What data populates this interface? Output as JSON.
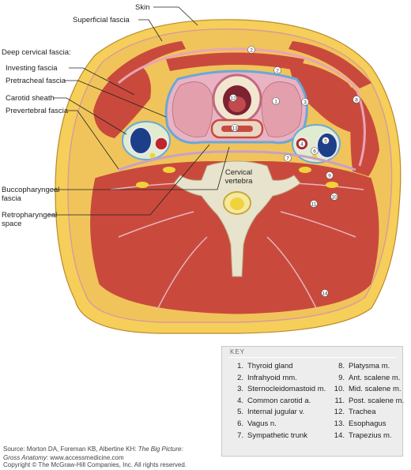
{
  "labels": {
    "skin": "Skin",
    "superficial_fascia": "Superficial fascia",
    "deep_cervical_fascia": "Deep cervical fascia:",
    "investing_fascia": "Investing fascia",
    "pretracheal_fascia": "Pretracheal fascia",
    "carotid_sheath": "Carotid sheath",
    "prevertebral_fascia": "Prevertebral fascia",
    "buccopharyngeal_line1": "Buccopharyngeal",
    "buccopharyngeal_line2": "fascia",
    "retropharyngeal_line1": "Retropharyngeal",
    "retropharyngeal_line2": "space",
    "vertebra_line1": "Cervical",
    "vertebra_line2": "vertebra"
  },
  "markers": {
    "m1": "1",
    "m2": "2",
    "m2b": "2",
    "m3": "3",
    "m4": "4",
    "m5": "5",
    "m6": "6",
    "m7": "7",
    "m8": "8",
    "m9": "9",
    "m10": "10",
    "m11": "11",
    "m12": "12",
    "m13": "13",
    "m14": "14"
  },
  "key": {
    "title": "KEY",
    "left": [
      {
        "num": "1.",
        "text": "Thyroid gland"
      },
      {
        "num": "2.",
        "text": "Infrahyoid mm."
      },
      {
        "num": "3.",
        "text": "Sternocleidomastoid m."
      },
      {
        "num": "4.",
        "text": "Common carotid a."
      },
      {
        "num": "5.",
        "text": "Internal jugular v."
      },
      {
        "num": "6.",
        "text": "Vagus n."
      },
      {
        "num": "7.",
        "text": "Sympathetic trunk"
      }
    ],
    "right": [
      {
        "num": "8.",
        "text": "Platysma m."
      },
      {
        "num": "9.",
        "text": "Ant. scalene m."
      },
      {
        "num": "10.",
        "text": "Mid. scalene m."
      },
      {
        "num": "11.",
        "text": "Post. scalene m."
      },
      {
        "num": "12.",
        "text": "Trachea"
      },
      {
        "num": "13.",
        "text": "Esophagus"
      },
      {
        "num": "14.",
        "text": "Trapezius m."
      }
    ]
  },
  "source": {
    "prefix": "Source: Morton DA, Foreman KB, Albertine KH: ",
    "book": "The Big Picture:",
    "book2": "Gross Anatomy",
    "suffix": ": www.accessmedicine.com"
  },
  "copyright": "Copyright © The McGraw-Hill Companies, Inc. All rights reserved.",
  "colors": {
    "skin_fat": "#f5cf5a",
    "muscle": "#c94a3c",
    "fascia_pink": "#e9b3c4",
    "fascia_blue": "#6aa8d9",
    "thyroid": "#e3a0ac",
    "bone": "#e8e3cc",
    "vein": "#1d3f8a",
    "artery": "#c0242e",
    "nerve": "#f2d23b"
  }
}
